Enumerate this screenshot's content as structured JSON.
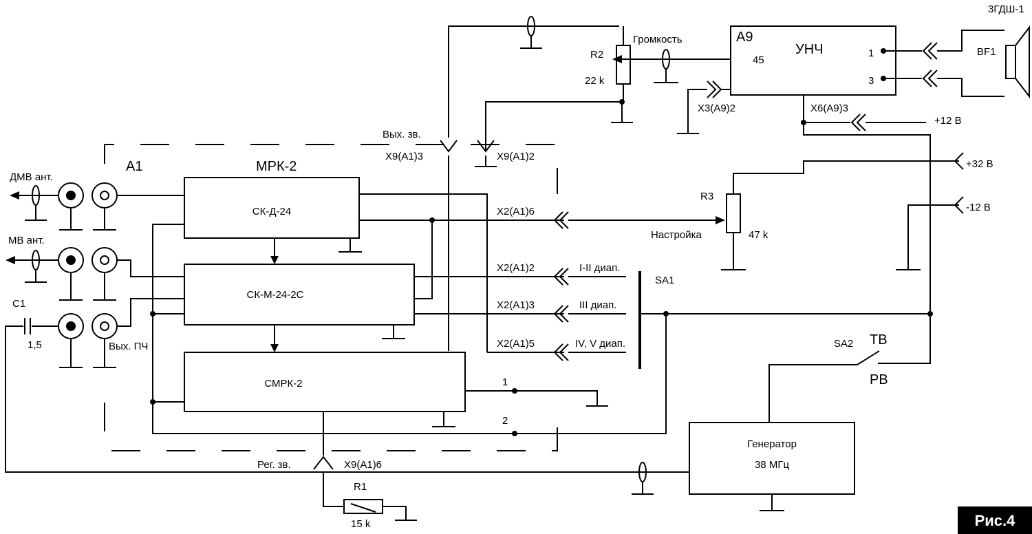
{
  "module": {
    "ref": "A1",
    "name": "МРК-2"
  },
  "blocks": {
    "skd": "СК-Д-24",
    "skm": "СК-М-24-2С",
    "smrk": "СМРК-2",
    "amp_ref": "A9",
    "amp_name": "УНЧ",
    "generator_line1": "Генератор",
    "generator_line2": "38 МГц"
  },
  "antennas": {
    "dmv": "ДМВ ант.",
    "mv": "МВ ант.",
    "if_out": "Вых. ПЧ"
  },
  "components": {
    "c1_ref": "C1",
    "c1_val": "1,5",
    "r1_ref": "R1",
    "r1_val": "15 k",
    "r2_ref": "R2",
    "r2_val": "22 k",
    "r2_name": "Громкость",
    "r3_ref": "R3",
    "r3_val": "47 k",
    "r3_name": "Настройка",
    "sa1": "SA1",
    "sa2": "SA2",
    "sa2_tv": "ТВ",
    "sa2_rv": "РВ",
    "speaker_ref": "BF1",
    "speaker_type": "3ГДШ-1"
  },
  "connectors": {
    "x9_3": "X9(A1)3",
    "x9_2": "X9(A1)2",
    "x9_6": "X9(A1)6",
    "x2_6": "X2(A1)6",
    "x2_2": "X2(A1)2",
    "x2_3": "X2(A1)3",
    "x2_5": "X2(A1)5",
    "x3": "X3(A9)2",
    "x6": "X6(A9)3"
  },
  "signals": {
    "audio_out": "Вых. зв.",
    "audio_reg": "Рег. зв.",
    "band_1_2": "I-II диап.",
    "band_3": "III диап.",
    "band_4_5": "IV, V диап.",
    "p12": "+12 В",
    "p32": "+32 В",
    "m12": "-12 В"
  },
  "pins": {
    "amp_in": "45",
    "amp_out1": "1",
    "amp_out3": "3",
    "smrk_1": "1",
    "smrk_2": "2"
  },
  "figure": "Рис.4"
}
